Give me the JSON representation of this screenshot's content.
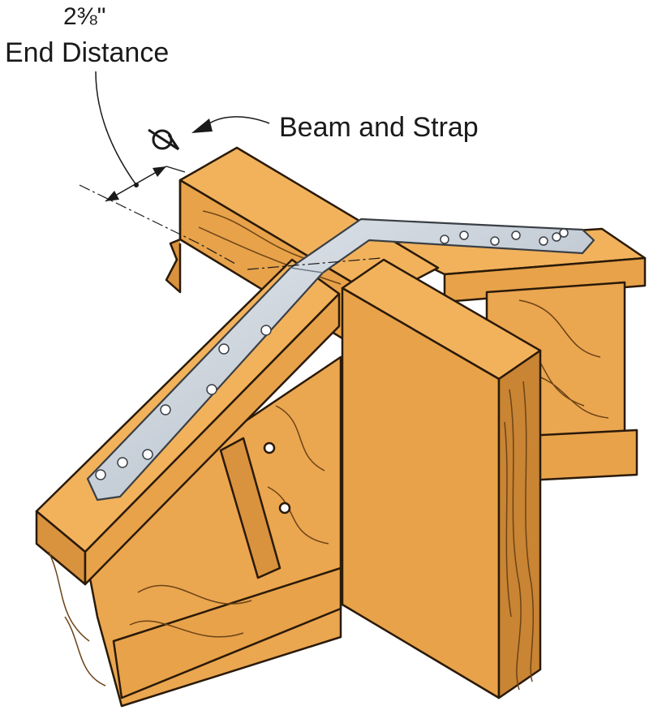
{
  "annotations": {
    "end_distance_value": "2⅜\"",
    "end_distance_label": "End Distance",
    "beam_strap_label": "Beam and Strap"
  },
  "colors": {
    "wood_light": "#f2b25c",
    "wood_mid": "#e8a24a",
    "wood_dark": "#c98434",
    "grain": "#6b4416",
    "outline": "#2a1a08",
    "strap": "#c9d1da",
    "strap_dark": "#8d98a4",
    "hole": "#ffffff",
    "text": "#1a1a1a"
  },
  "icons": [
    "centerline-symbol-icon",
    "dimension-arrow-icon",
    "leader-arrow-icon"
  ]
}
